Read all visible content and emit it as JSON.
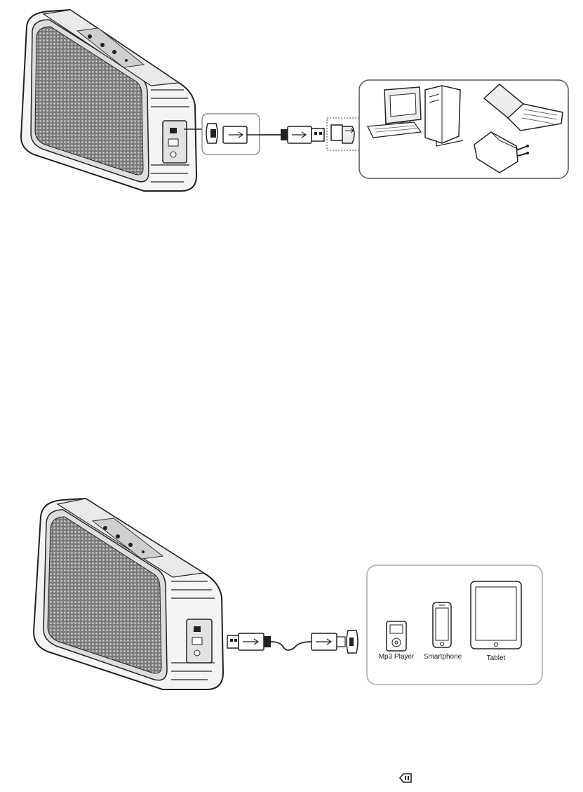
{
  "figures": [
    {
      "id": "charge-speaker",
      "sources": [
        "desktop-computer",
        "laptop",
        "wall-charger"
      ]
    },
    {
      "id": "power-bank",
      "devices": [
        {
          "label": "Mp3 Player",
          "icon": "mp3-player-icon"
        },
        {
          "label": "Smartphone",
          "icon": "smartphone-icon"
        },
        {
          "label": "Tablet",
          "icon": "tablet-icon"
        }
      ]
    }
  ],
  "footer": {
    "icon": "battery-icon"
  },
  "colors": {
    "line": "#222222",
    "grille": "#8a8a8a",
    "panel_border": "#bdbdbd"
  }
}
